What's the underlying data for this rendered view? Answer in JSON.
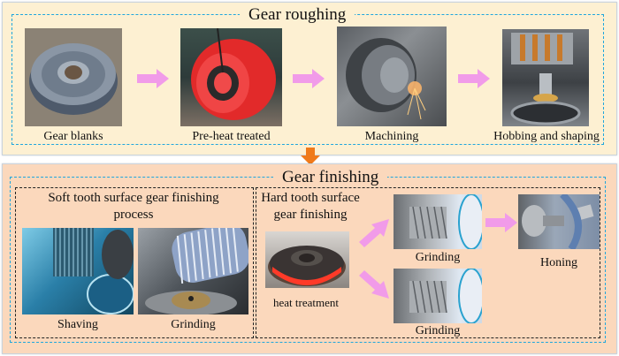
{
  "roughing": {
    "title": "Gear roughing",
    "steps": [
      {
        "label": "Gear blanks"
      },
      {
        "label": "Pre-heat treated"
      },
      {
        "label": "Machining"
      },
      {
        "label": "Hobbing and shaping"
      }
    ]
  },
  "finishing": {
    "title": "Gear finishing",
    "soft": {
      "title_line1": "Soft tooth surface gear finishing",
      "title_line2": "process",
      "steps": [
        {
          "label": "Shaving"
        },
        {
          "label": "Grinding"
        }
      ]
    },
    "hard": {
      "title_line1": "Hard tooth surface",
      "title_line2": "gear finishing",
      "heat_label": "heat treatment",
      "grinding_top": "Grinding",
      "grinding_bottom": "Grinding",
      "honing": "Honing"
    }
  },
  "colors": {
    "roughing_bg": "#fdf0d2",
    "finishing_bg": "#fbd8bc",
    "blue_dash": "#1fa6dd",
    "arrow_pink": "#f19be9",
    "arrow_orange": "#f07a1a"
  }
}
